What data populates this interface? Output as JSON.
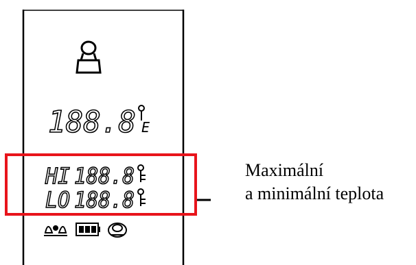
{
  "display": {
    "main_value": "188.8",
    "main_unit": "E",
    "max_prefix": "HI",
    "max_value": "188.8",
    "min_prefix": "LO",
    "min_value": "188.8"
  },
  "annotation": {
    "line1": "Maximální",
    "line2": "a minimální teplota"
  },
  "colors": {
    "highlight": "#e8141b",
    "ink": "#000000"
  },
  "icons": [
    "person-icon",
    "thermometer-icon",
    "bell-pair-icon",
    "battery-icon",
    "sensor-icon"
  ]
}
